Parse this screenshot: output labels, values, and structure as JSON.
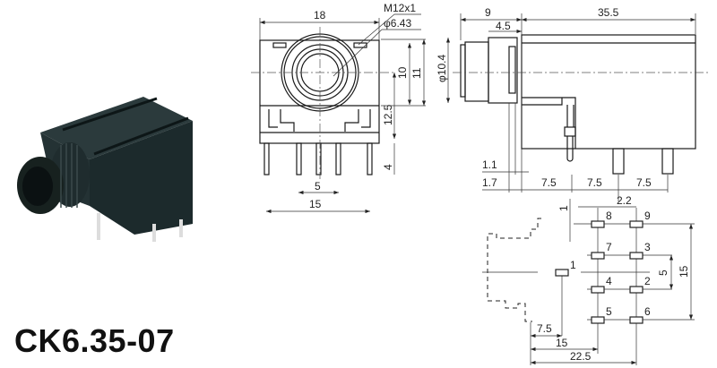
{
  "title": "CK6.35-07",
  "front_view": {
    "width": "18",
    "thread": "M12x1",
    "bore": "φ6.43",
    "dim_10": "10",
    "dim_11": "11",
    "dim_12_5": "12.5",
    "dim_4": "4",
    "pin_spacing": "5",
    "pin_span": "15"
  },
  "side_view": {
    "front_depth": "9",
    "flange": "4.5",
    "body_length": "35.5",
    "diameter": "φ10.4",
    "dim_1_1": "1.1",
    "dim_1_7": "1.7",
    "pitch_a": "7.5",
    "pitch_b": "7.5",
    "pitch_c": "7.5"
  },
  "pcb_layout": {
    "dim_1": "1",
    "dim_2_2": "2.2",
    "dim_5": "5",
    "dim_15_v": "15",
    "dim_7_5": "7.5",
    "dim_15_h": "15",
    "dim_22_5": "22.5",
    "pins": [
      "8",
      "9",
      "7",
      "3",
      "1",
      "4",
      "2",
      "5",
      "6"
    ]
  },
  "colors": {
    "line": "#1a1a1a",
    "body": "#1c2a2c"
  }
}
